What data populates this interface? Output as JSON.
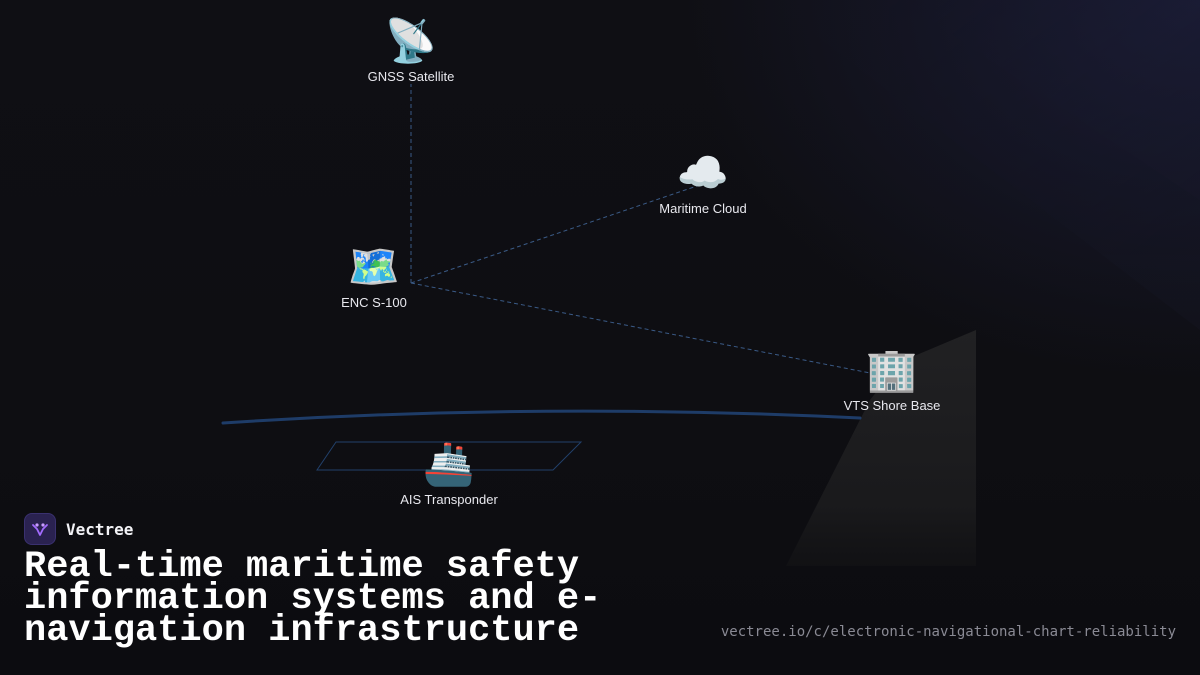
{
  "diagram": {
    "nodes": [
      {
        "id": "gnss",
        "icon": "satellite-antenna-icon",
        "glyph": "📡",
        "label": "GNSS Satellite"
      },
      {
        "id": "cloud",
        "icon": "cloud-icon",
        "glyph": "☁️",
        "label": "Maritime Cloud"
      },
      {
        "id": "enc",
        "icon": "world-map-icon",
        "glyph": "🗺️",
        "label": "ENC S-100"
      },
      {
        "id": "vts",
        "icon": "office-building-icon",
        "glyph": "🏢",
        "label": "VTS Shore Base"
      },
      {
        "id": "ais",
        "icon": "ship-icon",
        "glyph": "🚢",
        "label": "AIS Transponder"
      }
    ],
    "links": [
      {
        "from": "enc",
        "to": "gnss"
      },
      {
        "from": "enc",
        "to": "cloud"
      },
      {
        "from": "enc",
        "to": "vts"
      }
    ],
    "colors": {
      "link": "#3a5a86",
      "coastline": "#1e3c68",
      "beam": "#1c1c1e"
    }
  },
  "brand": {
    "name": "Vectree",
    "logo_icon": "vectree-logo-icon",
    "logo_color": "#a36bff"
  },
  "headline": "Real-time maritime safety information systems and e-navigation infrastructure",
  "url": "vectree.io/c/electronic-navigational-chart-reliability"
}
